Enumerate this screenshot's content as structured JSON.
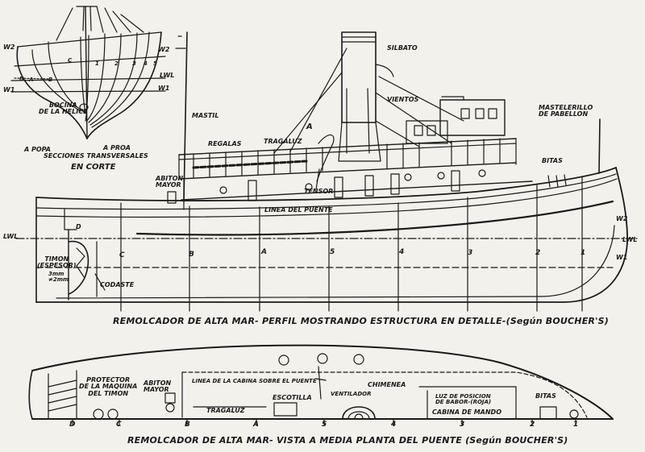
{
  "section_view": {
    "waterlines": [
      "W2",
      "W2",
      "LWL",
      "W1",
      "W1"
    ],
    "stations": [
      "D",
      "A",
      "B",
      "C",
      "1",
      "2",
      "3",
      "4",
      "5"
    ],
    "labels": {
      "bocina": "BOCINA\nDE LA HELICE",
      "a_popa": "A POPA",
      "a_proa": "A PROA",
      "secciones": "SECCIONES TRANSVERSALES",
      "en_corte": "EN CORTE"
    }
  },
  "profile_view": {
    "labels": {
      "mastil": "MASTIL",
      "silbato": "SILBATO",
      "vientos": "VIENTOS",
      "mastelerillo": "MASTELERILLO\nDE PABELLON",
      "regalas": "REGALAS",
      "tragaluz": "TRAGALUZ",
      "abiton_mayor": "ABITON\nMAYOR",
      "a": "A",
      "tensor": "TENSOR",
      "bitas": "BITAS",
      "linea_puente": "LINEA DEL PUENTE",
      "timon": "TIMON\n(ESPESOR)",
      "timon_esp": "3mm\n≠2mm",
      "codaste": "CODASTE",
      "lwl_left": "LWL",
      "lwl_right": "LWL",
      "w2": "W2",
      "w1": "W1",
      "d": "D"
    },
    "stations": [
      "C",
      "B",
      "A",
      "5",
      "4",
      "3",
      "2",
      "1"
    ],
    "caption": "REMOLCADOR DE ALTA MAR- PERFIL MOSTRANDO ESTRUCTURA EN DETALLE-(Según BOUCHER'S)"
  },
  "plan_view": {
    "labels": {
      "protector": "PROTECTOR\nDE LA MAQUINA\nDEL TIMON",
      "abiton_mayor": "ABITON\nMAYOR",
      "linea_cabina": "LINEA DE LA CABINA SOBRE EL PUENTE",
      "chimenea": "CHIMENEA",
      "ventilador": "VENTILADOR",
      "escotilla": "ESCOTILLA",
      "tragaluz": "TRAGALUZ",
      "luz": "LUZ DE POSICION\nDE BABOR-(ROJA)",
      "cabina": "CABINA DE MANDO",
      "bitas": "BITAS"
    },
    "stations": [
      "D",
      "C",
      "B",
      "A",
      "5",
      "4",
      "3",
      "2",
      "1"
    ],
    "caption": "REMOLCADOR DE ALTA MAR- VISTA A MEDIA PLANTA DEL PUENTE (Según BOUCHER'S)"
  }
}
